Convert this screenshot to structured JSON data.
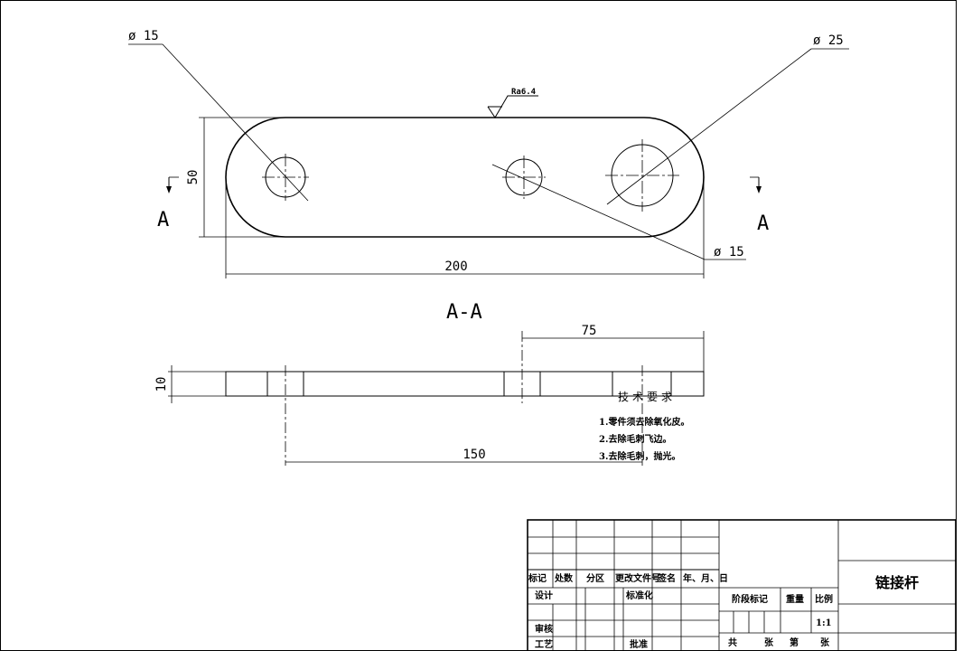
{
  "drawing": {
    "dims": {
      "hole_left": "ø 15",
      "hole_right": "ø 25",
      "hole_middle": "ø 15",
      "width": "50",
      "length": "200",
      "thickness": "10",
      "offset_right": "75",
      "offset_long": "150"
    },
    "roughness": "Ra6.4",
    "section_mark": "A",
    "section_title": "A-A"
  },
  "tech_requirements": {
    "title": "技术要求",
    "items": [
      "1.零件须去除氧化皮。",
      "2.去除毛刺飞边。",
      "3.去除毛刺，抛光。"
    ]
  },
  "title_block": {
    "headers": {
      "mark": "标记",
      "count": "处数",
      "zone": "分区",
      "change_doc": "更改文件号",
      "signature": "签名",
      "date": "年、月、日"
    },
    "roles": {
      "design": "设计",
      "standardization": "标准化",
      "review": "审核",
      "process": "工艺",
      "approve": "批准"
    },
    "stage_mark": "阶段标记",
    "weight": "重量",
    "scale_label": "比例",
    "scale_value": "1:1",
    "total": "共",
    "sheets": "张",
    "sheet_no": "第",
    "sheets_of": "张",
    "part_name": "链接杆"
  }
}
